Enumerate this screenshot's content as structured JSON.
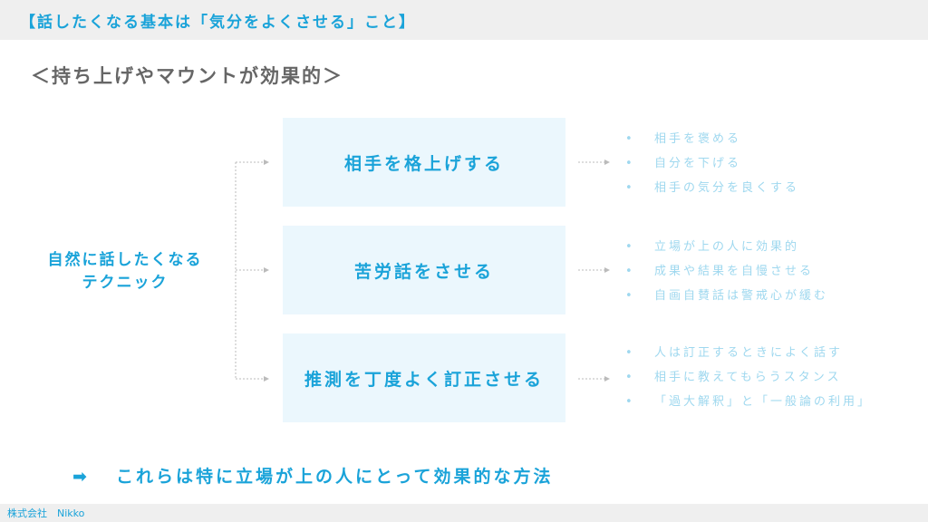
{
  "header": {
    "title": "【話したくなる基本は「気分をよくさせる」こと】"
  },
  "subtitle": "＜持ち上げやマウントが効果的＞",
  "root": {
    "line1": "自然に話したくなる",
    "line2": "テクニック"
  },
  "techniques": [
    {
      "label": "相手を格上げする",
      "points": [
        "相手を褒める",
        "自分を下げる",
        "相手の気分を良くする"
      ]
    },
    {
      "label": "苦労話をさせる",
      "points": [
        "立場が上の人に効果的",
        "成果や結果を自慢させる",
        "自画自賛話は警戒心が緩む"
      ]
    },
    {
      "label": "推測を丁度よく訂正させる",
      "points": [
        "人は訂正するときによく話す",
        "相手に教えてもらうスタンス",
        "「過大解釈」と「一般論の利用」"
      ]
    }
  ],
  "bullet_symbol": "•",
  "conclusion": {
    "arrow": "➡",
    "text": "これらは特に立場が上の人にとって効果的な方法"
  },
  "footer": {
    "company": "株式会社　Nikko"
  },
  "colors": {
    "accent": "#1aa3d9",
    "box_bg": "#ebf7fd",
    "bullet_text": "#9fd8ef",
    "band_bg": "#efefef",
    "connector": "#bbbbbb"
  }
}
